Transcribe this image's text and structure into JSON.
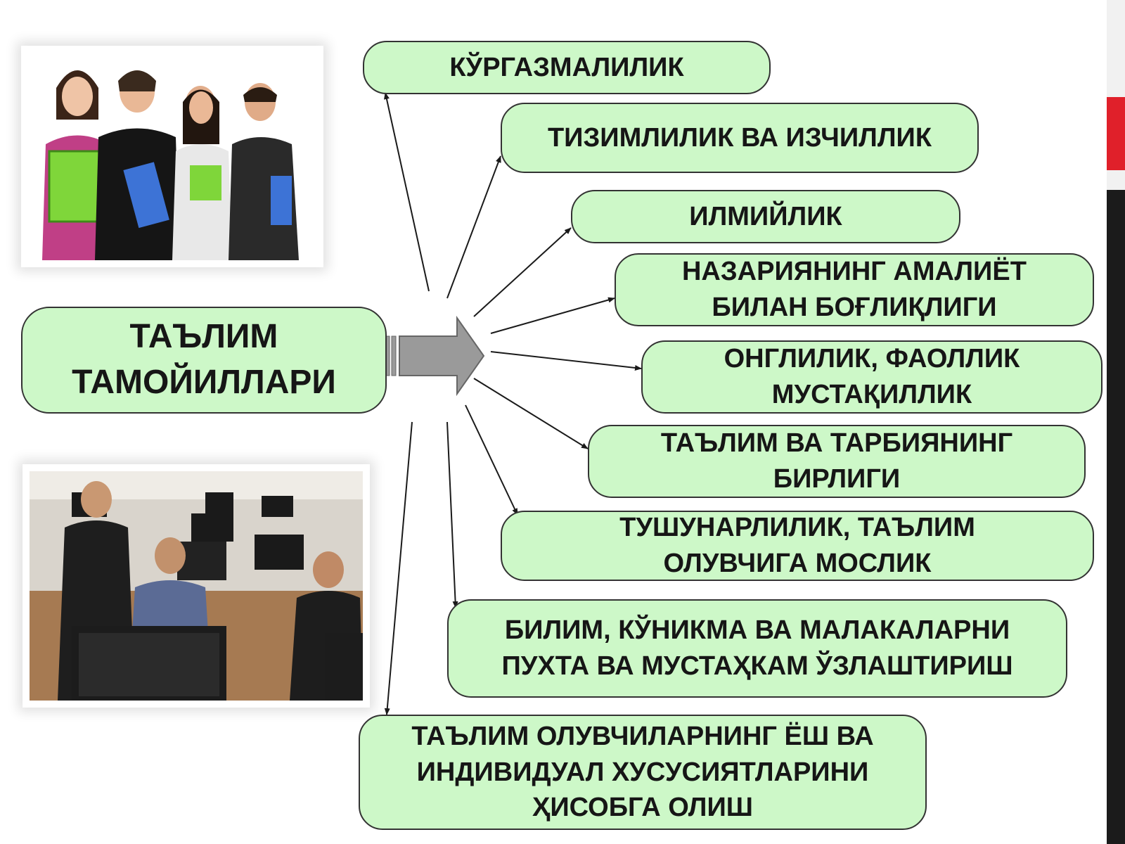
{
  "main_box": {
    "label": "ТАЪЛИМ\nТАМОЙИЛЛАРИ"
  },
  "principles": [
    {
      "label": "КЎРГАЗМАЛИЛИК"
    },
    {
      "label": "ТИЗИМЛИЛИК ВА ИЗЧИЛЛИК"
    },
    {
      "label": "ИЛМИЙЛИК"
    },
    {
      "label": "НАЗАРИЯНИНГ АМАЛИЁТ\nБИЛАН БОҒЛИҚЛИГИ"
    },
    {
      "label": "ОНГЛИЛИК, ФАОЛЛИК\nМУСТАҚИЛЛИК"
    },
    {
      "label": "ТАЪЛИМ ВА ТАРБИЯНИНГ\nБИРЛИГИ"
    },
    {
      "label": "ТУШУНАРЛИЛИК, ТАЪЛИМ\nОЛУВЧИГА МОСЛИК"
    },
    {
      "label": "БИЛИМ, КЎНИКМА ВА МАЛАКАЛАРНИ\nПУХТА ВА МУСТАҲКАМ ЎЗЛАШТИРИШ"
    },
    {
      "label": "ТАЪЛИМ ОЛУВЧИЛАРНИНГ  ЁШ ВА\nИНДИВИДУАЛ ХУСУСИЯТЛАРИНИ\nҲИСОБГА ОЛИШ"
    }
  ],
  "colors": {
    "box_fill": "#cdf8c8",
    "box_border": "#333333",
    "arrow_fill": "#9a9a9a",
    "accent_red": "#e0202a"
  }
}
